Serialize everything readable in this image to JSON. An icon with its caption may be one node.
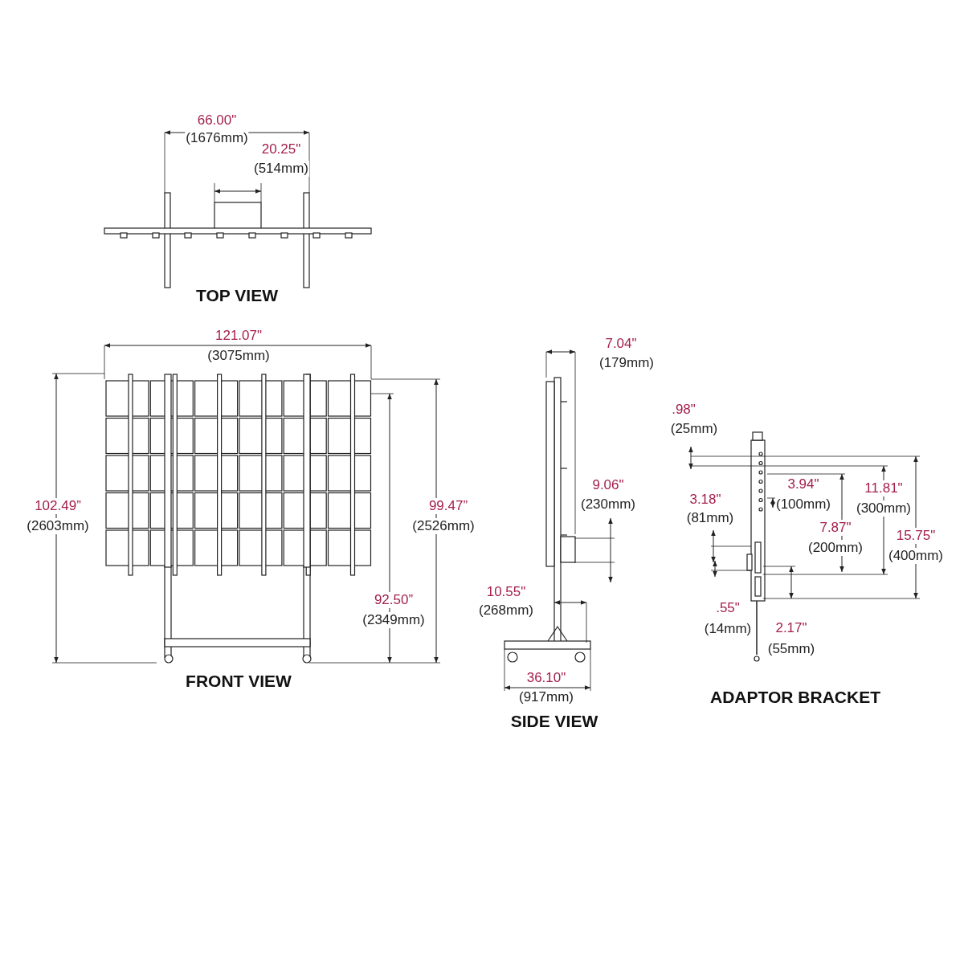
{
  "diagram": {
    "labels": [
      "66.00\"",
      "(1676mm)",
      "20.25\"",
      "(514mm)",
      "TOP VIEW",
      "121.07\"",
      "(3075mm)",
      "102.49”",
      "(2603mm)",
      "99.47”",
      "(2526mm)",
      "92.50”",
      "(2349mm)",
      "FRONT VIEW",
      "7.04\"",
      "(179mm)",
      "9.06\"",
      "(230mm)",
      "10.55\"",
      "(268mm)",
      "36.10\"",
      "(917mm)",
      "SIDE VIEW",
      ".98\"",
      "(25mm)",
      "3.18\"",
      "(81mm)",
      "3.94\"",
      "(100mm)",
      "11.81\"",
      "(300mm)",
      "7.87\"",
      "(200mm)",
      "15.75\"",
      "(400mm)",
      ".55\"",
      "(14mm)",
      "2.17\"",
      "(55mm)",
      "ADAPTOR BRACKET"
    ]
  }
}
